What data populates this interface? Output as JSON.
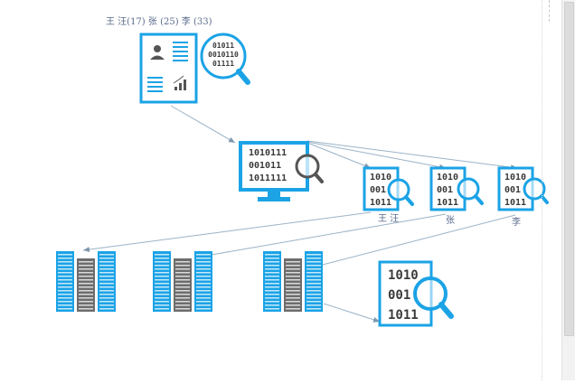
{
  "header_label": "王 汪(17) 张 (25)  李 (33)",
  "doc_binary": [
    "01011",
    "0010110",
    "01111"
  ],
  "monitor_binary": [
    "1010111",
    "001011",
    "1011111"
  ],
  "small_docs": [
    {
      "lines": [
        "1010",
        "001",
        "1011"
      ],
      "label": "王 汪"
    },
    {
      "lines": [
        "1010",
        "001",
        "1011"
      ],
      "label": "张"
    },
    {
      "lines": [
        "1010",
        "001",
        "1011"
      ],
      "label": "李"
    }
  ],
  "big_doc_binary": [
    "1010",
    "001",
    "1011"
  ],
  "colors": {
    "primary": "#1ba3e6",
    "server_gray": "#6d6d6d",
    "line": "#9bb3c7"
  }
}
